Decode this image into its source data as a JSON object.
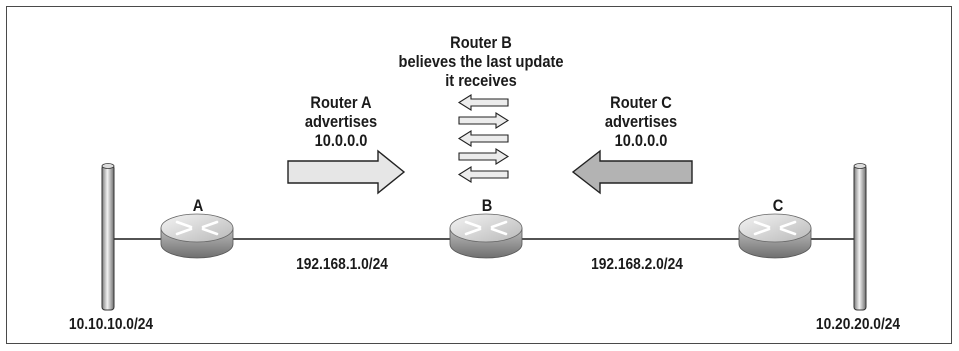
{
  "router_b_note": {
    "line1": "Router B",
    "line2": "believes the last update",
    "line3": "it receives"
  },
  "router_a_note": {
    "line1": "Router A",
    "line2": "advertises",
    "line3": "10.0.0.0"
  },
  "router_c_note": {
    "line1": "Router C",
    "line2": "advertises",
    "line3": "10.0.0.0"
  },
  "routers": {
    "a": "A",
    "b": "B",
    "c": "C"
  },
  "links": {
    "ab": "192.168.1.0/24",
    "bc": "192.168.2.0/24"
  },
  "networks": {
    "left": "10.10.10.0/24",
    "right": "10.20.20.0/24"
  },
  "colors": {
    "arrow_light": "#e6e6e6",
    "arrow_mid": "#b3b3b3",
    "line": "#1a1a1a"
  },
  "icons": {
    "router": "router-icon",
    "segment": "network-segment-icon"
  }
}
